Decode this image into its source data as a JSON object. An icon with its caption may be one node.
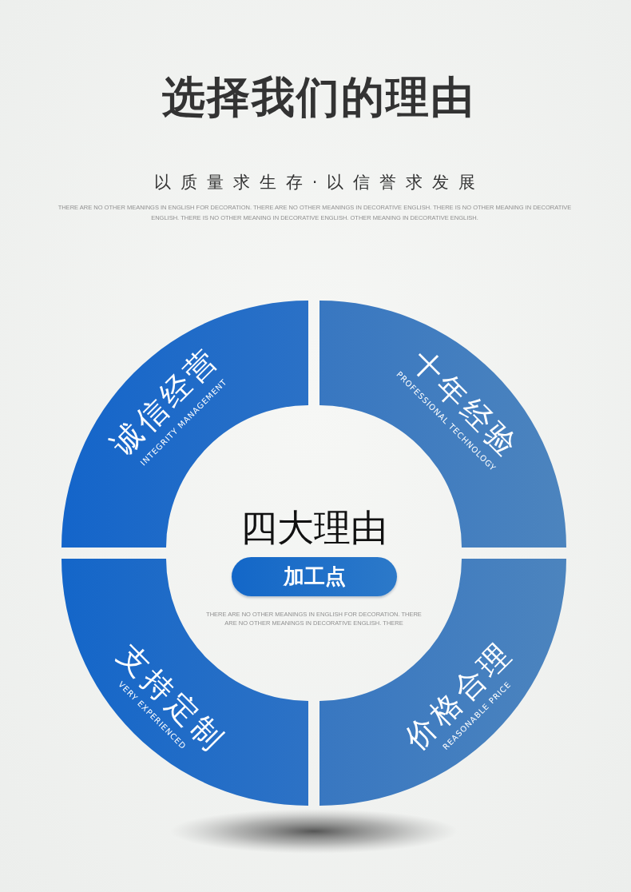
{
  "diagram": {
    "title": "选择我们的理由",
    "nodes": [
      {
        "text": [
          "诚信经营",
          "INTEGRITY MANAGEMENT"
        ]
      },
      {
        "text": [
          "十年经验",
          "PROFESSIONAL TECHNOLOGY"
        ]
      },
      {
        "text": [
          "加工点"
        ]
      },
      {
        "text": [
          "支持定制",
          "VERY EXPERIENCED"
        ]
      },
      {
        "text": [
          "价格合理",
          "REASONABLE PRICE"
        ]
      }
    ],
    "labels": [
      "以质量求生存·以信誉求发展",
      "THERE ARE NO OTHER MEANINGS IN ENGLISH FOR DECORATION. THERE ARE NO OTHER MEANINGS IN DECORATIVE ENGLISH. THERE IS NO OTHER MEANING IN DECORATIVE ENGLISH. THERE IS NO OTHER MEANING IN DECORATIVE ENGLISH. OTHER MEANING IN DECORATIVE ENGLISH.",
      "四大理由",
      "THERE ARE NO OTHER MEANINGS IN ENGLISH FOR DECORATION. THERE ARE NO OTHER MEANINGS IN DECORATIVE ENGLISH. THERE"
    ]
  }
}
